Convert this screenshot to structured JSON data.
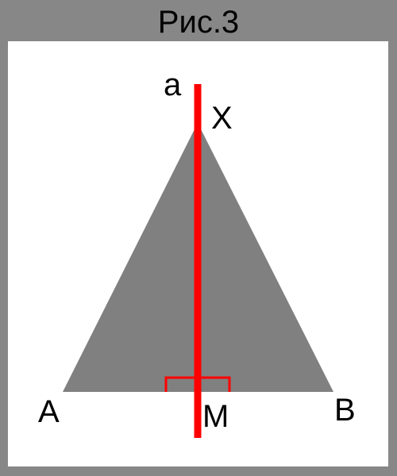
{
  "title": "Рис.3",
  "colors": {
    "frame": "#888787",
    "panel": "#ffffff",
    "triangle": "#808080",
    "line": "#ff0000",
    "text": "#000000"
  },
  "labels": {
    "line_a": "a",
    "point_x": "X",
    "point_a": "A",
    "point_b": "B",
    "point_m": "M"
  }
}
